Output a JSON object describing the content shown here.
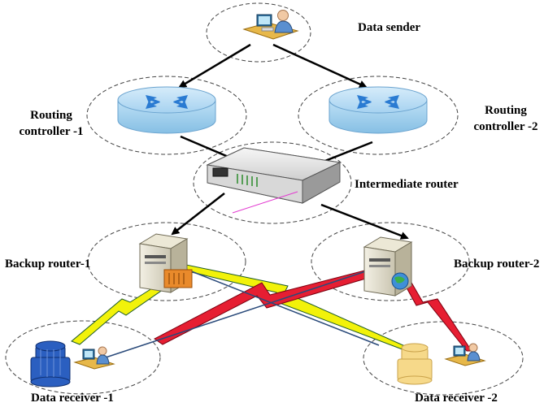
{
  "labels": {
    "data_sender": "Data sender",
    "routing_controller_1_line1": "Routing",
    "routing_controller_1_line2": "controller -1",
    "routing_controller_2_line1": "Routing",
    "routing_controller_2_line2": "controller -2",
    "intermediate_router": "Intermediate router",
    "backup_router_1": "Backup router-1",
    "backup_router_2": "Backup router-2",
    "data_receiver_1": "Data receiver -1",
    "data_receiver_2": "Data receiver -2"
  },
  "colors": {
    "router_disk": "#a9d4ef",
    "bolt_yellow": "#f2f20a",
    "bolt_red": "#e61e32",
    "storage_blue": "#2b5fc0",
    "storage_yellow": "#f6d98a",
    "arrow": "#000000",
    "dashed_boundary": "#444444"
  },
  "nodes": [
    {
      "id": "data-sender",
      "icon": "user-at-computer-icon"
    },
    {
      "id": "routing-controller-1",
      "icon": "router-icon"
    },
    {
      "id": "routing-controller-2",
      "icon": "router-icon"
    },
    {
      "id": "intermediate-router",
      "icon": "network-switch-icon"
    },
    {
      "id": "backup-router-1",
      "icon": "server-icon"
    },
    {
      "id": "backup-router-2",
      "icon": "server-icon"
    },
    {
      "id": "data-receiver-1",
      "icon": "database-and-user-icon"
    },
    {
      "id": "data-receiver-2",
      "icon": "database-and-user-icon"
    }
  ]
}
